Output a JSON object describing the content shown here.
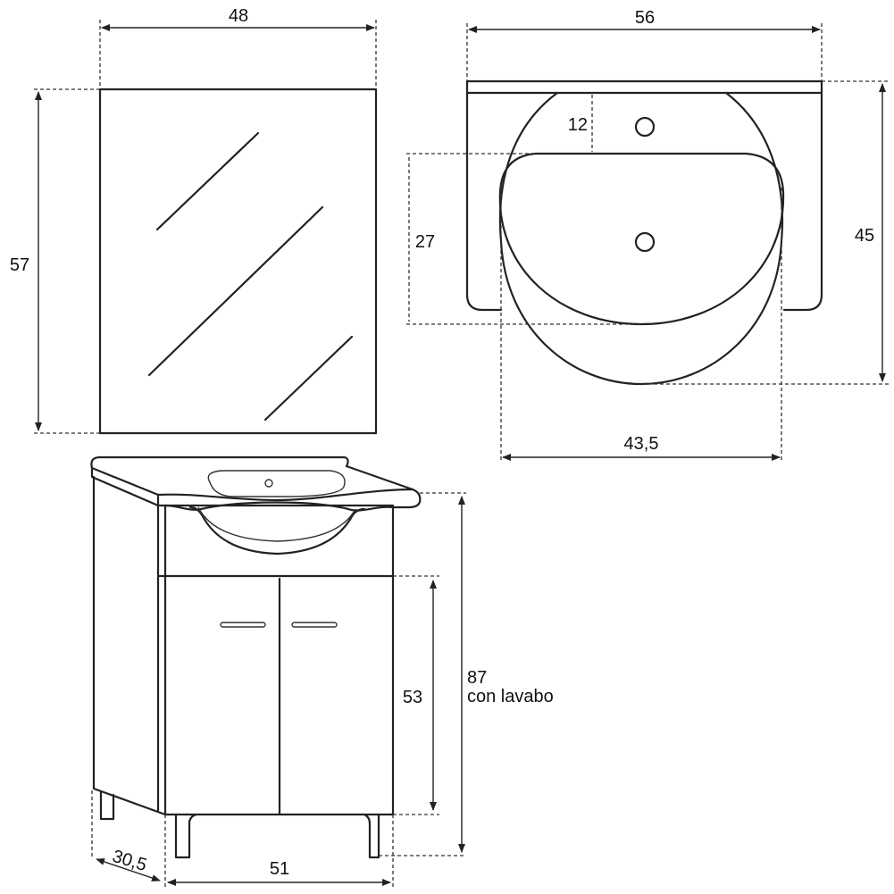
{
  "mirror": {
    "width_label": "48",
    "height_label": "57"
  },
  "sink_top": {
    "width_label": "56",
    "depth_label": "45",
    "tap_offset_label": "12",
    "basin_depth_label": "27",
    "basin_width_label": "43,5"
  },
  "cabinet": {
    "door_height_label": "53",
    "total_height_label": "87",
    "total_height_note": "con lavabo",
    "width_label": "51",
    "depth_label": "30,5"
  },
  "colors": {
    "line": "#222222",
    "background": "#ffffff"
  }
}
